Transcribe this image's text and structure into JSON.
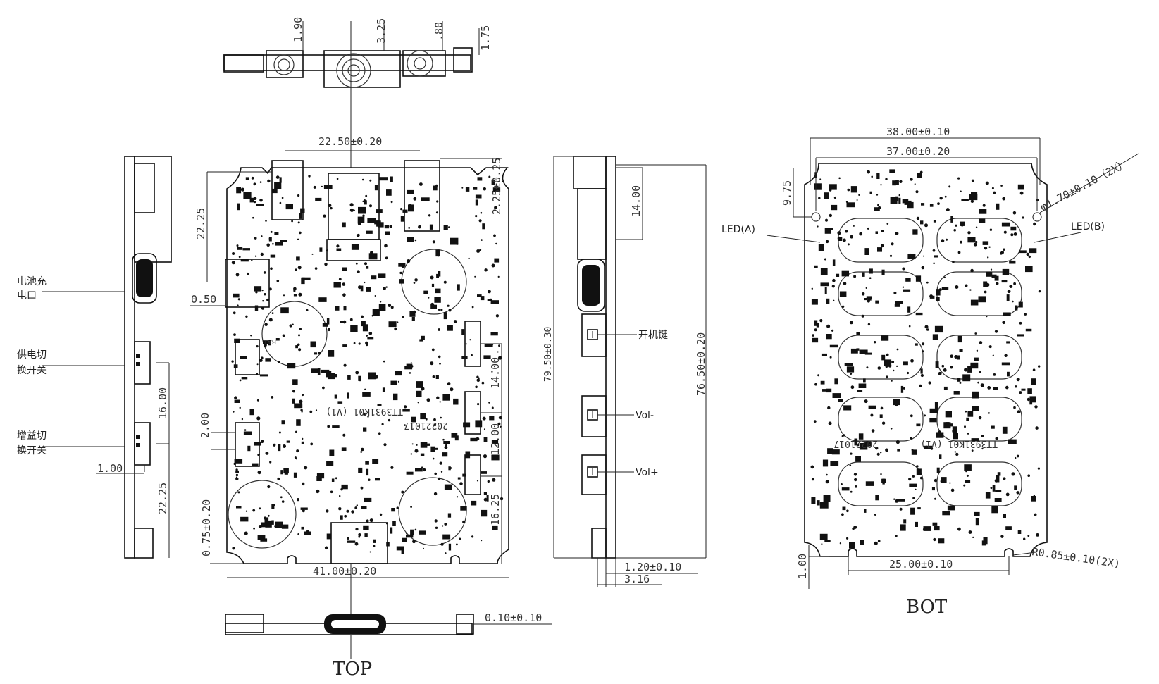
{
  "colors": {
    "ink": "#111111",
    "background": "#ffffff"
  },
  "views": {
    "top_label": "TOP",
    "bot_label": "BOT"
  },
  "top_edge_dims": [
    "1.90",
    "3.25",
    ".80",
    "1.75"
  ],
  "left_side": {
    "callouts": [
      {
        "line1": "电池充",
        "line2": "电口"
      },
      {
        "line1": "供电切",
        "line2": "换开关"
      },
      {
        "line1": "增益切",
        "line2": "换开关"
      }
    ],
    "dims": [
      "16.00",
      "22.25",
      "1.00"
    ]
  },
  "top_view": {
    "dims": {
      "width_top": "22.50±0.20",
      "height_left": "22.25",
      "right_top": "2.25±0.25",
      "jack_left": "0.50",
      "gap_2": "2.00",
      "bottom_left": "0.75±0.20",
      "width_bottom": "41.00±0.20",
      "right_mid1": "14.00",
      "right_mid2": "12.00",
      "right_low": "16.25"
    },
    "silkscreen": {
      "code": "TT3931K01 (V1)",
      "date": "20221017",
      "bat": "BAT"
    }
  },
  "bottom_edge_dim": "0.10±0.10",
  "right_side": {
    "dims": {
      "upper": "14.00",
      "height_left": "79.50±0.30",
      "height_right": "76.50±0.20",
      "bottom1": "1.20±0.10",
      "bottom2": "3.16"
    },
    "buttons": [
      "开机键",
      "Vol-",
      "Vol+"
    ]
  },
  "bot_view": {
    "dims": {
      "width_outer": "38.00±0.10",
      "width_inner": "37.00±0.20",
      "hole_dia": "φ1.70±0.10（2X）",
      "left_height": "9.75",
      "bottom_width": "25.00±0.10",
      "bottom_left": "1.00",
      "radius": "R0.85±0.10(2X)"
    },
    "leds": [
      "LED(A)",
      "LED(B)"
    ],
    "silkscreen": {
      "code": "TT3931K01 (V1)",
      "date": "20221017"
    }
  }
}
